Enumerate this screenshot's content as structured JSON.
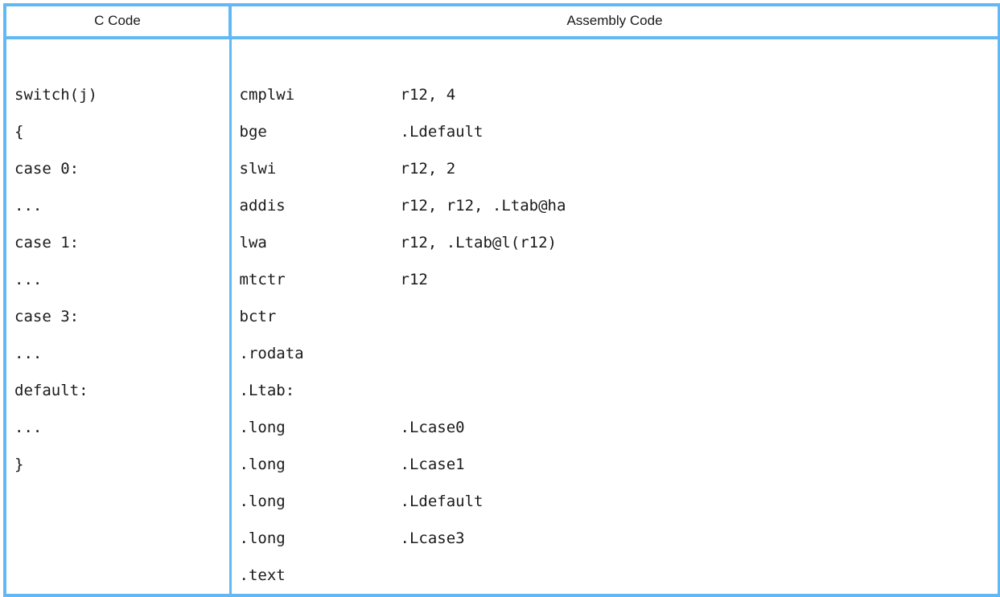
{
  "table": {
    "headers": {
      "c_code": "C Code",
      "assembly_code": "Assembly Code"
    },
    "colors": {
      "border": "#62b8f5",
      "text": "#1a1a1a",
      "background": "#ffffff"
    },
    "rows": [
      {
        "c": "switch(j)",
        "mnemonic": "cmplwi",
        "operand": "r12, 4"
      },
      {
        "c": "{",
        "mnemonic": "bge",
        "operand": ".Ldefault"
      },
      {
        "c": "case 0:",
        "mnemonic": "slwi",
        "operand": "r12, 2"
      },
      {
        "c": "...",
        "mnemonic": "addis",
        "operand": "r12, r12, .Ltab@ha"
      },
      {
        "c": "case 1:",
        "mnemonic": "lwa",
        "operand": "r12, .Ltab@l(r12)"
      },
      {
        "c": "...",
        "mnemonic": "mtctr",
        "operand": "r12"
      },
      {
        "c": "case 3:",
        "mnemonic": "bctr",
        "operand": ""
      },
      {
        "c": "...",
        "mnemonic": ".rodata",
        "operand": ""
      },
      {
        "c": "default:",
        "mnemonic": ".Ltab:",
        "operand": ""
      },
      {
        "c": "...",
        "mnemonic": ".long",
        "operand": ".Lcase0"
      },
      {
        "c": "}",
        "mnemonic": ".long",
        "operand": ".Lcase1"
      },
      {
        "c": "",
        "mnemonic": ".long",
        "operand": ".Ldefault"
      },
      {
        "c": "",
        "mnemonic": ".long",
        "operand": ".Lcase3"
      },
      {
        "c": "",
        "mnemonic": ".text",
        "operand": ""
      }
    ]
  }
}
